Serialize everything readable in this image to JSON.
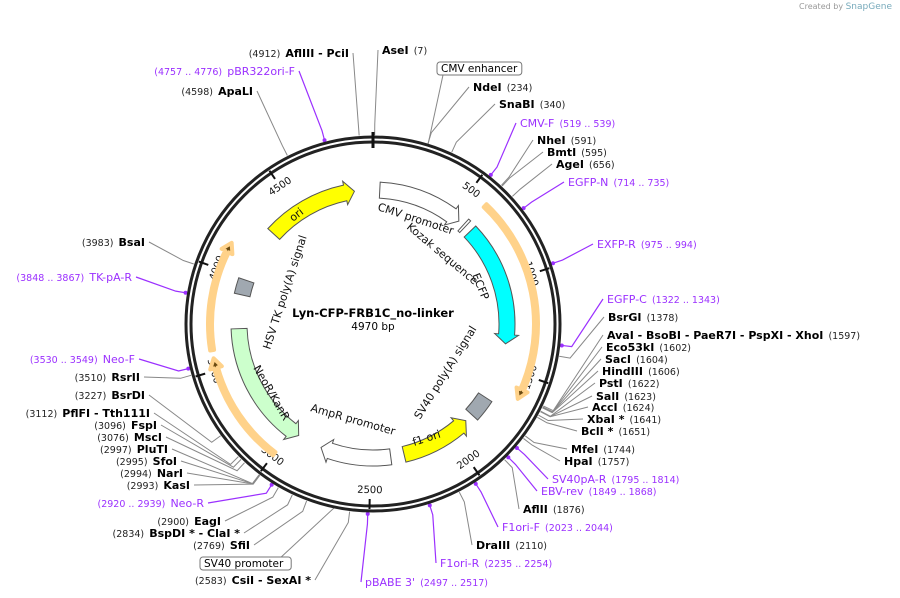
{
  "credit": {
    "prefix": "Created by",
    "brand": "SnapGene"
  },
  "plasmid": {
    "name": "Lyn-CFP-FRB1C_no-linker",
    "length_label": "4970 bp",
    "length": 4970
  },
  "ticks": [
    "500",
    "1000",
    "1500",
    "2000",
    "2500",
    "3000",
    "3500",
    "4000",
    "4500"
  ],
  "enzymes": [
    {
      "name": "AflIII  - PciI",
      "pos": "(4912)",
      "bp": 4912
    },
    {
      "name": "AseI",
      "pos": "(7)",
      "bp": 7
    },
    {
      "name": "NdeI",
      "pos": "(234)",
      "bp": 234
    },
    {
      "name": "SnaBI",
      "pos": "(340)",
      "bp": 340
    },
    {
      "name": "NheI",
      "pos": "(591)",
      "bp": 591
    },
    {
      "name": "BmtI",
      "pos": "(595)",
      "bp": 595
    },
    {
      "name": "AgeI",
      "pos": "(656)",
      "bp": 656
    },
    {
      "name": "BsrGI",
      "pos": "(1378)",
      "bp": 1378
    },
    {
      "name": "AvaI  - BsoBI  - PaeR7I  - PspXI  - XhoI",
      "pos": "(1597)",
      "bp": 1597
    },
    {
      "name": "Eco53kI",
      "pos": "(1602)",
      "bp": 1602
    },
    {
      "name": "SacI",
      "pos": "(1604)",
      "bp": 1604
    },
    {
      "name": "HindIII",
      "pos": "(1606)",
      "bp": 1606
    },
    {
      "name": "PstI",
      "pos": "(1622)",
      "bp": 1622
    },
    {
      "name": "SalI",
      "pos": "(1623)",
      "bp": 1623
    },
    {
      "name": "AccI",
      "pos": "(1624)",
      "bp": 1624
    },
    {
      "name": "XbaI *",
      "pos": "(1641)",
      "bp": 1641
    },
    {
      "name": "BclI *",
      "pos": "(1651)",
      "bp": 1651
    },
    {
      "name": "MfeI",
      "pos": "(1744)",
      "bp": 1744
    },
    {
      "name": "HpaI",
      "pos": "(1757)",
      "bp": 1757
    },
    {
      "name": "AflII",
      "pos": "(1876)",
      "bp": 1876
    },
    {
      "name": "DraIII",
      "pos": "(2110)",
      "bp": 2110
    },
    {
      "name": "CsiI  - SexAI *",
      "pos": "(2583)",
      "bp": 2583
    },
    {
      "name": "SfiI",
      "pos": "(2769)",
      "bp": 2769
    },
    {
      "name": "BspDI *  - ClaI *",
      "pos": "(2834)",
      "bp": 2834
    },
    {
      "name": "EagI",
      "pos": "(2900)",
      "bp": 2900
    },
    {
      "name": "KasI",
      "pos": "(2993)",
      "bp": 2993
    },
    {
      "name": "NarI",
      "pos": "(2994)",
      "bp": 2994
    },
    {
      "name": "SfoI",
      "pos": "(2995)",
      "bp": 2995
    },
    {
      "name": "PluTI",
      "pos": "(2997)",
      "bp": 2997
    },
    {
      "name": "MscI",
      "pos": "(3076)",
      "bp": 3076
    },
    {
      "name": "FspI",
      "pos": "(3096)",
      "bp": 3096
    },
    {
      "name": "PflFI  - Tth111I",
      "pos": "(3112)",
      "bp": 3112
    },
    {
      "name": "BsrDI",
      "pos": "(3227)",
      "bp": 3227
    },
    {
      "name": "RsrII",
      "pos": "(3510)",
      "bp": 3510
    },
    {
      "name": "BsaI",
      "pos": "(3983)",
      "bp": 3983
    },
    {
      "name": "ApaLI",
      "pos": "(4598)",
      "bp": 4598
    }
  ],
  "primers": [
    {
      "name": "pBR322ori-F",
      "pos": "(4757 .. 4776)",
      "bp": 4766
    },
    {
      "name": "CMV-F",
      "pos": "(519 .. 539)",
      "bp": 529
    },
    {
      "name": "EGFP-N",
      "pos": "(714 .. 735)",
      "bp": 724
    },
    {
      "name": "EXFP-R",
      "pos": "(975 .. 994)",
      "bp": 985
    },
    {
      "name": "EGFP-C",
      "pos": "(1322 .. 1343)",
      "bp": 1332
    },
    {
      "name": "SV40pA-R",
      "pos": "(1795 .. 1814)",
      "bp": 1805
    },
    {
      "name": "EBV-rev",
      "pos": "(1849 .. 1868)",
      "bp": 1858
    },
    {
      "name": "F1ori-F",
      "pos": "(2023 .. 2044)",
      "bp": 2033
    },
    {
      "name": "F1ori-R",
      "pos": "(2235 .. 2254)",
      "bp": 2245
    },
    {
      "name": "pBABE 3'",
      "pos": "(2497 .. 2517)",
      "bp": 2507
    },
    {
      "name": "Neo-R",
      "pos": "(2920 .. 2939)",
      "bp": 2930
    },
    {
      "name": "Neo-F",
      "pos": "(3530 .. 3549)",
      "bp": 3540
    },
    {
      "name": "TK-pA-R",
      "pos": "(3848 .. 3867)",
      "bp": 3858
    }
  ],
  "boxed_features": [
    {
      "name": "CMV enhancer",
      "bp": 235
    },
    {
      "name": "SV40 promoter",
      "bp": 2650
    }
  ],
  "features": [
    {
      "name": "ori",
      "start": 4310,
      "end": 4860,
      "dir": 1,
      "color": "#ffff00"
    },
    {
      "name": "CMV promoter",
      "start": 40,
      "end": 550,
      "dir": 1,
      "color": "#ffffff"
    },
    {
      "name": "Kozak sequence",
      "start": 585,
      "end": 600,
      "dir": 0,
      "color": "#ffffff"
    },
    {
      "name": "ECFP",
      "start": 640,
      "end": 1360,
      "dir": 1,
      "color": "#00ffff"
    },
    {
      "name": "SV40 poly(A) signal",
      "start": 1700,
      "end": 1830,
      "dir": 0,
      "color": "#a0a8b0"
    },
    {
      "name": "f1 ori",
      "start": 1880,
      "end": 2300,
      "dir": -1,
      "color": "#ffff00"
    },
    {
      "name": "AmpR promoter",
      "start": 2380,
      "end": 2800,
      "dir": 1,
      "color": "#ffffff"
    },
    {
      "name": "NeoR/KanR",
      "start": 2950,
      "end": 3700,
      "dir": -1,
      "color": "#ccffcc"
    },
    {
      "name": "HSV TK poly(A) signal",
      "start": 3900,
      "end": 3990,
      "dir": 0,
      "color": "#a0a8b0"
    }
  ],
  "orfs": [
    {
      "start": 600,
      "end": 1620,
      "dir": 1,
      "color": "#ffd28a"
    },
    {
      "start": 3000,
      "end": 3560,
      "dir": 1,
      "color": "#ffd28a"
    },
    {
      "start": 3600,
      "end": 4140,
      "dir": 1,
      "color": "#ffd28a"
    },
    {
      "start": 3040,
      "end": 3640,
      "dir": -1,
      "color": "#ccffcc"
    }
  ]
}
